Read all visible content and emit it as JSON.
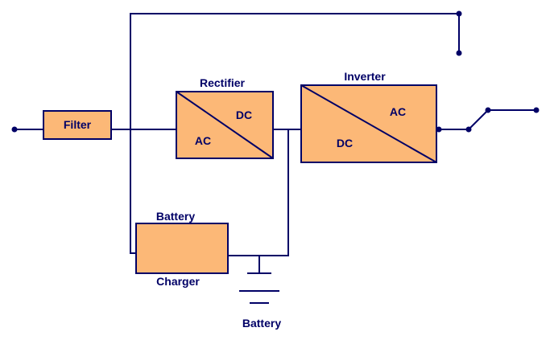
{
  "colors": {
    "box_fill": "#FCB877",
    "line": "#000066",
    "text": "#000066",
    "background": "#FFFFFF"
  },
  "filter": {
    "label": "Filter"
  },
  "rectifier": {
    "title": "Rectifier",
    "input": "AC",
    "output": "DC"
  },
  "inverter": {
    "title": "Inverter",
    "input": "DC",
    "output": "AC"
  },
  "charger": {
    "label_top": "Battery",
    "label_bottom": "Charger"
  },
  "battery": {
    "label": "Battery"
  }
}
